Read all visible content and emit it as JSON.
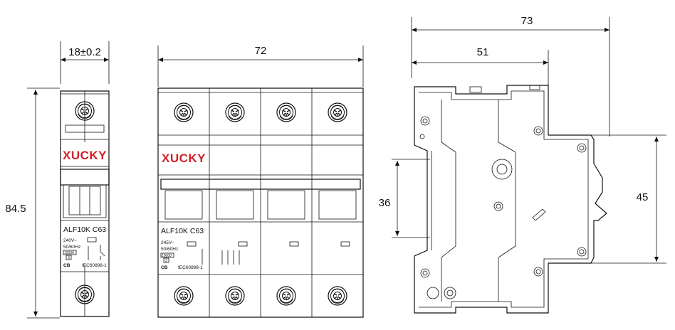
{
  "brand": {
    "name": "XUCKY",
    "color": "#d21f26"
  },
  "single_pole": {
    "width_label": "18±0.2",
    "height_label": "84.5",
    "model": "ALF10K C63",
    "voltage": "240V~",
    "frequency": "50/60Hz",
    "rating_box": "10000",
    "class_box": "3",
    "marks": "CB",
    "standard": "IEC60898-1"
  },
  "four_pole": {
    "width_label": "72",
    "model": "ALF10K C63",
    "voltage": "245V~",
    "frequency": "50/60Hz",
    "rating_box": "10000",
    "class_box": "3",
    "marks": "CB",
    "standard": "IEC60898-1"
  },
  "side_view": {
    "overall_depth_label": "73",
    "body_depth_label": "51",
    "rail_height_label": "45",
    "front_height_label": "36"
  },
  "colors": {
    "line": "#111111",
    "background": "#ffffff"
  }
}
